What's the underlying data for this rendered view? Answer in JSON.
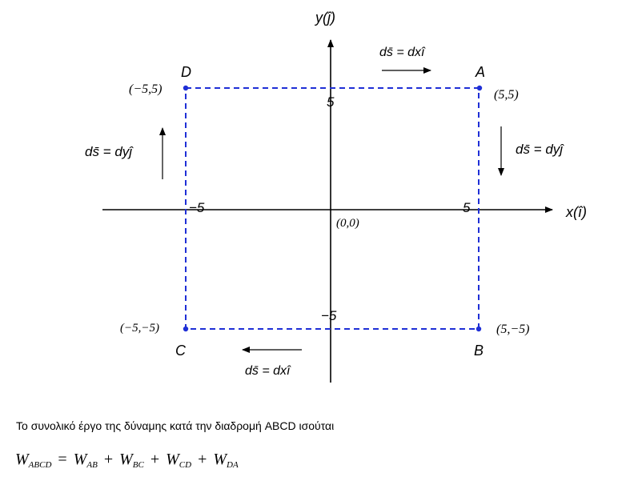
{
  "diagram": {
    "y_axis_label": "y(ĵ)",
    "x_axis_label": "x(î)",
    "tick_y_top": "5",
    "tick_y_bottom": "−5",
    "tick_x_left": "−5",
    "tick_x_right": "5",
    "origin_label": "(0,0)",
    "corners": {
      "A": {
        "name": "A",
        "coords": "(5,5)"
      },
      "B": {
        "name": "B",
        "coords": "(5,−5)"
      },
      "C": {
        "name": "C",
        "coords": "(−5,−5)"
      },
      "D": {
        "name": "D",
        "coords": "(−5,5)"
      }
    },
    "ds_top": "ds̄ = dxî",
    "ds_right": "ds̄ = dyĵ",
    "ds_bottom": "ds̄ = dxî",
    "ds_left": "ds̄ = dyĵ",
    "colors": {
      "path": "#1f2fd6",
      "point": "#1f2fd6",
      "axis": "#000000"
    }
  },
  "text": {
    "caption": "Το συνολικό έργο της δύναμης κατά την διαδρομή ABCD ισούται",
    "equation": {
      "lhs": "W",
      "lhs_sub": "ABCD",
      "equals": "=",
      "terms": [
        {
          "symbol": "W",
          "sub": "AB"
        },
        {
          "symbol": "W",
          "sub": "BC"
        },
        {
          "symbol": "W",
          "sub": "CD"
        },
        {
          "symbol": "W",
          "sub": "DA"
        }
      ],
      "plus": "+"
    }
  }
}
